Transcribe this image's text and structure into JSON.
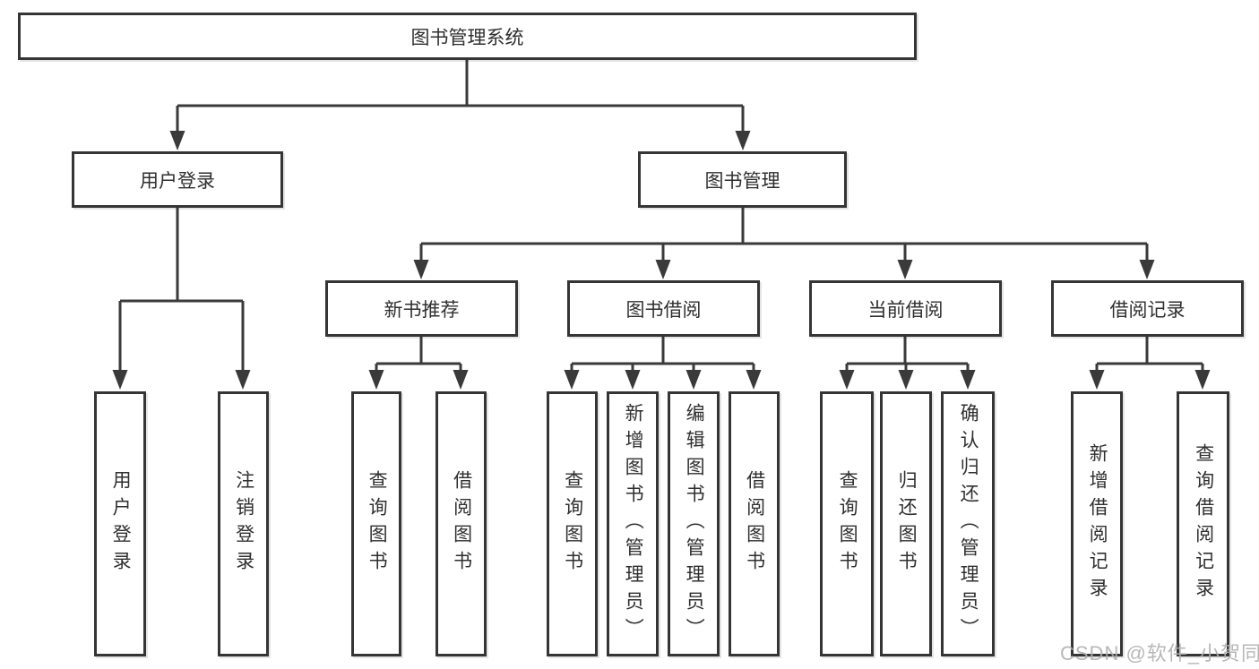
{
  "nodes": {
    "root": "图书管理系统",
    "user_login": "用户登录",
    "book_mgmt": "图书管理",
    "new_book_rec": "新书推荐",
    "book_borrow": "图书借阅",
    "current_borrow": "当前借阅",
    "borrow_record": "借阅记录",
    "leaf_user_login": "用户登录",
    "leaf_logout": "注销登录",
    "leaf_query_book_a": "查询图书",
    "leaf_borrow_book_a": "借阅图书",
    "leaf_query_book_b": "查询图书",
    "leaf_add_book_admin": "新增图书（管理员）",
    "leaf_edit_book_admin": "编辑图书（管理员）",
    "leaf_borrow_book_b": "借阅图书",
    "leaf_query_book_c": "查询图书",
    "leaf_return_book": "归还图书",
    "leaf_confirm_return_admin": "确认归还（管理员）",
    "leaf_add_borrow_record": "新增借阅记录",
    "leaf_query_borrow_record": "查询借阅记录"
  },
  "hierarchy": {
    "图书管理系统": {
      "用户登录": [
        "用户登录",
        "注销登录"
      ],
      "图书管理": {
        "新书推荐": [
          "查询图书",
          "借阅图书"
        ],
        "图书借阅": [
          "查询图书",
          "新增图书（管理员）",
          "编辑图书（管理员）",
          "借阅图书"
        ],
        "当前借阅": [
          "查询图书",
          "归还图书",
          "确认归还（管理员）"
        ],
        "借阅记录": [
          "新增借阅记录",
          "查询借阅记录"
        ]
      }
    }
  },
  "watermark": {
    "text": "CSDN @软件_小贺同学"
  },
  "colors": {
    "line_color": "#3a3a3a",
    "border_color": "#353535",
    "text_color": "#2f2f2f",
    "bg_color": "#ffffff",
    "watermark_color": "#b0b0b0"
  }
}
